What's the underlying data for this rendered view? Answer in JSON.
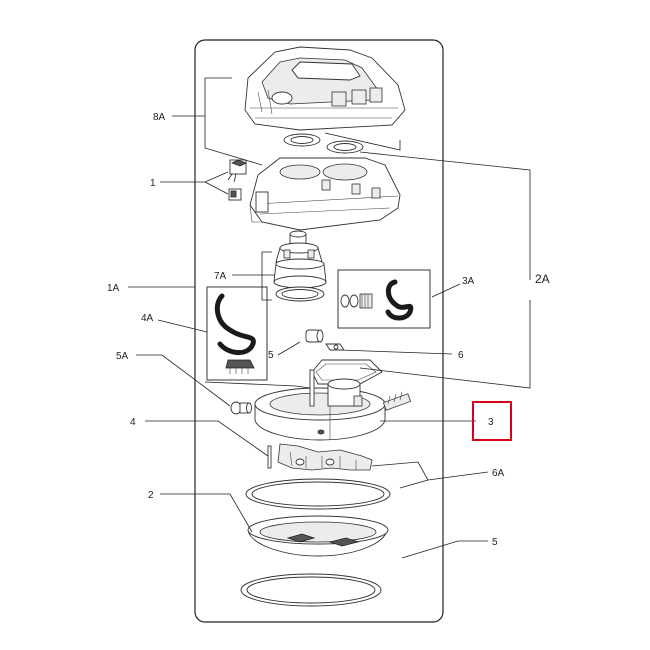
{
  "labels": {
    "p8A": "8A",
    "p1": "1",
    "p1A": "1A",
    "p7A": "7A",
    "p3A": "3A",
    "p2A": "2A",
    "p4A": "4A",
    "p5_top": "5",
    "p6": "6",
    "p5A": "5A",
    "p3": "3",
    "p4": "4",
    "p6A": "6A",
    "p2": "2",
    "p5_bottom": "5"
  },
  "highlight": {
    "target": "3",
    "color": "#d9001b"
  }
}
